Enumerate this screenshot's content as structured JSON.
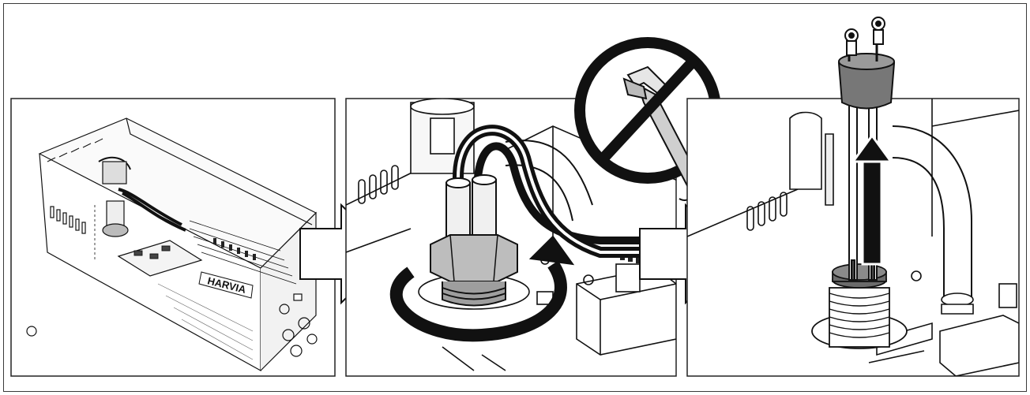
{
  "diagram": {
    "steps": [
      {
        "id": "step-1-overview"
      },
      {
        "id": "step-2-loosen-nut"
      },
      {
        "id": "step-3-pull-out-electrode"
      }
    ],
    "brand_text": "HARVIA",
    "prohibition_symbol": "no-wrench-icon",
    "arrow_symbol": "right-arrow-icon",
    "colors": {
      "line": "#111111",
      "metal": "#bdbdbd",
      "dark_metal": "#6b6b6b",
      "plastic": "#ffffff",
      "background": "#ffffff"
    }
  }
}
